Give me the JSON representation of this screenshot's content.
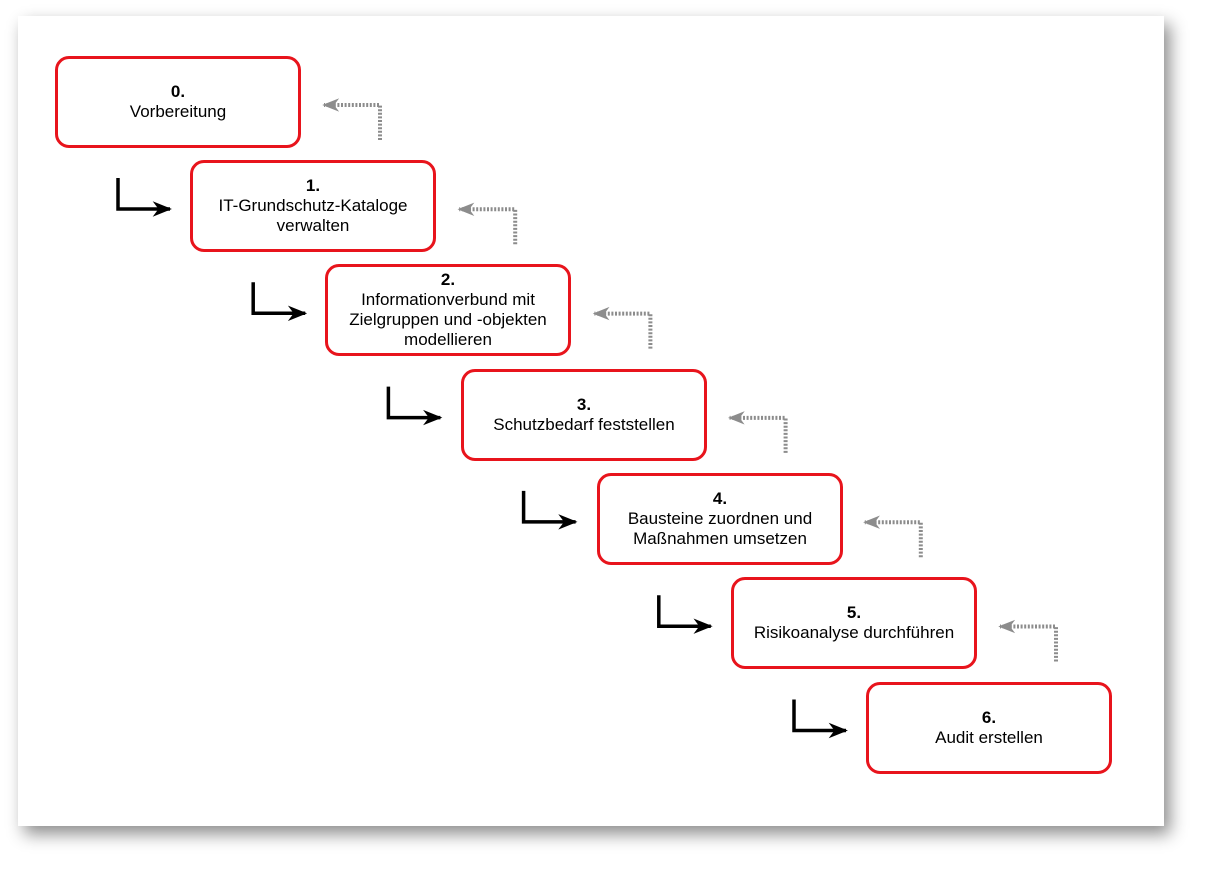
{
  "diagram": {
    "steps": [
      {
        "number": "0.",
        "label": "Vorbereitung"
      },
      {
        "number": "1.",
        "label": "IT-Grundschutz-Kataloge\nverwalten"
      },
      {
        "number": "2.",
        "label": "Informationverbund mit\nZielgruppen und -objekten\nmodellieren"
      },
      {
        "number": "3.",
        "label": "Schutzbedarf feststellen"
      },
      {
        "number": "4.",
        "label": "Bausteine zuordnen und\nMaßnahmen umsetzen"
      },
      {
        "number": "5.",
        "label": "Risikoanalyse durchführen"
      },
      {
        "number": "6.",
        "label": "Audit erstellen"
      }
    ],
    "colors": {
      "box_border": "#e8141c",
      "forward_arrow": "#000000",
      "back_arrow": "#8c8c8c"
    }
  }
}
